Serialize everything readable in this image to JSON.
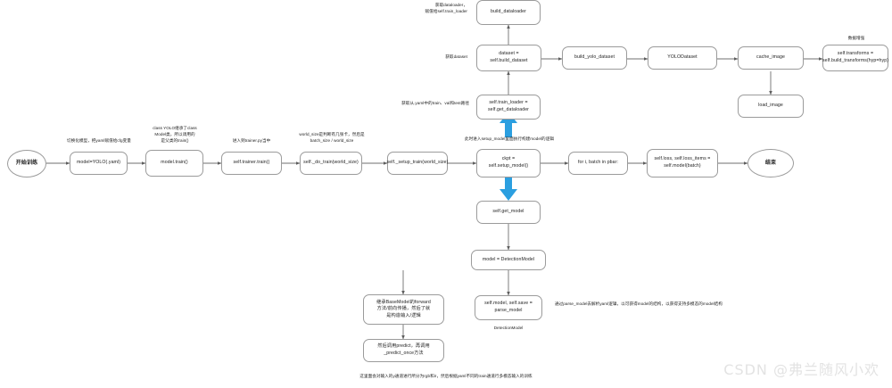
{
  "meta": {
    "watermark": "CSDN @弗兰随风小欢",
    "accent_arrow_color": "#2b9fe0",
    "node_border_color": "#9b9b9b",
    "wire_color": "#6f6f6f"
  },
  "nodes": {
    "start": {
      "label": "开始训练"
    },
    "model_yolo": {
      "label": "model=YOLO(.yaml)"
    },
    "model_train": {
      "label": "model.train()"
    },
    "trainer_train": {
      "label": "self.trainer.train()"
    },
    "do_train": {
      "label": "self._do_train(world_size)"
    },
    "setup_train": {
      "label": "self._setup_train(world_size)"
    },
    "ckpt_setup_model": {
      "label": "ckpt =\nself.setup_model()"
    },
    "for_batch": {
      "label": "for i, batch in pbar:"
    },
    "loss": {
      "label": "self.loss, self.loss_items =\nself.model(batch)"
    },
    "end": {
      "label": "结束"
    },
    "build_dataloader": {
      "label": "build_dataloader"
    },
    "dataset_build": {
      "label": "dataset =\nself.build_dataset"
    },
    "build_yolo": {
      "label": "build_yolo_dataset"
    },
    "yolodataset": {
      "label": "YOLODataset"
    },
    "cache_image": {
      "label": "cache_image"
    },
    "load_image": {
      "label": "load_image"
    },
    "transforms": {
      "label": "self.transforms =\nself.build_transforms(hyp=hyp)"
    },
    "train_loader": {
      "label": "self.train_loader =\nself.get_dataloader"
    },
    "get_model": {
      "label": "self.get_model"
    },
    "detection_model": {
      "label": "model = DetectionModel"
    },
    "parse_model": {
      "label": "self.model, self.save =\nparse_model"
    },
    "base_forward": {
      "label": "继承BaseModel的forward\n方法/前向传播，然后了就\n是构造输入/逻辑"
    },
    "predict_once": {
      "label": "然后调用predict，再调用\n_predict_once方法"
    }
  },
  "notes": {
    "init_model": "切换化模型，把yaml赋值给cfg变量",
    "yolo_inherit": "class YOLO继承了class\nModel类，所以调用的\n是父类的train()",
    "enter_trainer": "进入到trainer.py当中",
    "world_size": "world_size是判断有几张卡，然后是\nbatch_size / world_size",
    "setup_model": "此时进入setup_model里面执行构建model的逻辑",
    "get_loader": "获取从.yaml中的train、val和test路径",
    "get_dataset": "获取dataset",
    "get_dataloader": "获取dataloader，\n赋值给self.train_loader",
    "augment": "数据增强",
    "detection_label": "DetectionModel",
    "parse_desc": "通过parse_model去解析yaml逻辑，以可获得model的结构，以获得支持多模态的model结构"
  },
  "caption": "这里面会对输入的y通道进行所分为rgb和ir，然后根据yaml不同的train通道行多模态输入的训练"
}
